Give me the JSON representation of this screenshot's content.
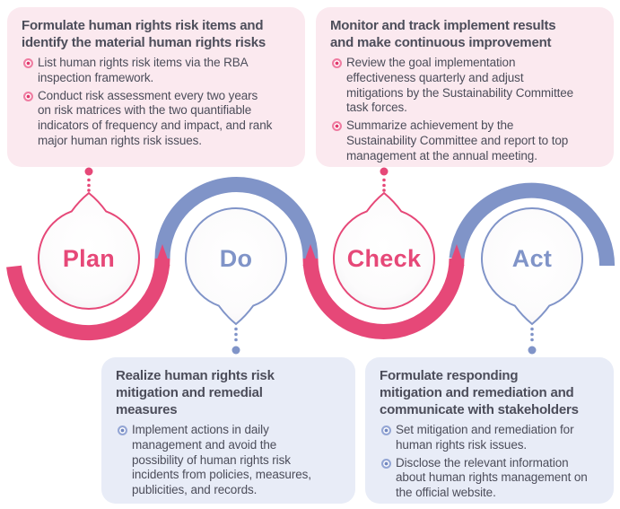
{
  "title": "PDCA human rights risk management cycle",
  "colors": {
    "pink": "#e64878",
    "blue": "#8094c8",
    "pink_box_bg": "#fbe9ef",
    "blue_box_bg": "#e8ecf7",
    "text": "#4c4d5a"
  },
  "steps": [
    {
      "label": "Plan",
      "color": "pink",
      "box": {
        "title": "Formulate human rights risk items and\nidentify the material human rights risks",
        "bullets": [
          "List human rights risk items via the RBA\ninspection framework.",
          "Conduct risk assessment every two years\non risk matrices with the two quantifiable\nindicators of frequency and impact, and rank\nmajor human rights risk issues."
        ]
      }
    },
    {
      "label": "Do",
      "color": "blue",
      "box": {
        "title": "Realize human rights risk\nmitigation and remedial\nmeasures",
        "bullets": [
          "Implement actions in daily\nmanagement and avoid the\npossibility of human rights risk\nincidents from policies, measures,\npublicities, and records."
        ]
      }
    },
    {
      "label": "Check",
      "color": "pink",
      "box": {
        "title": "Monitor and track implement results\nand make continuous improvement",
        "bullets": [
          "Review the goal implementation\neffectiveness quarterly and adjust\nmitigations by the Sustainability Committee\ntask forces.",
          "Summarize achievement by the\nSustainability Committee and report to top\nmanagement at the annual meeting."
        ]
      }
    },
    {
      "label": "Act",
      "color": "blue",
      "box": {
        "title": "Formulate responding\nmitigation and remediation and\ncommunicate with stakeholders",
        "bullets": [
          "Set mitigation and remediation for\nhuman rights risk issues.",
          "Disclose the relevant information\nabout human rights management on\nthe official website."
        ]
      }
    }
  ]
}
